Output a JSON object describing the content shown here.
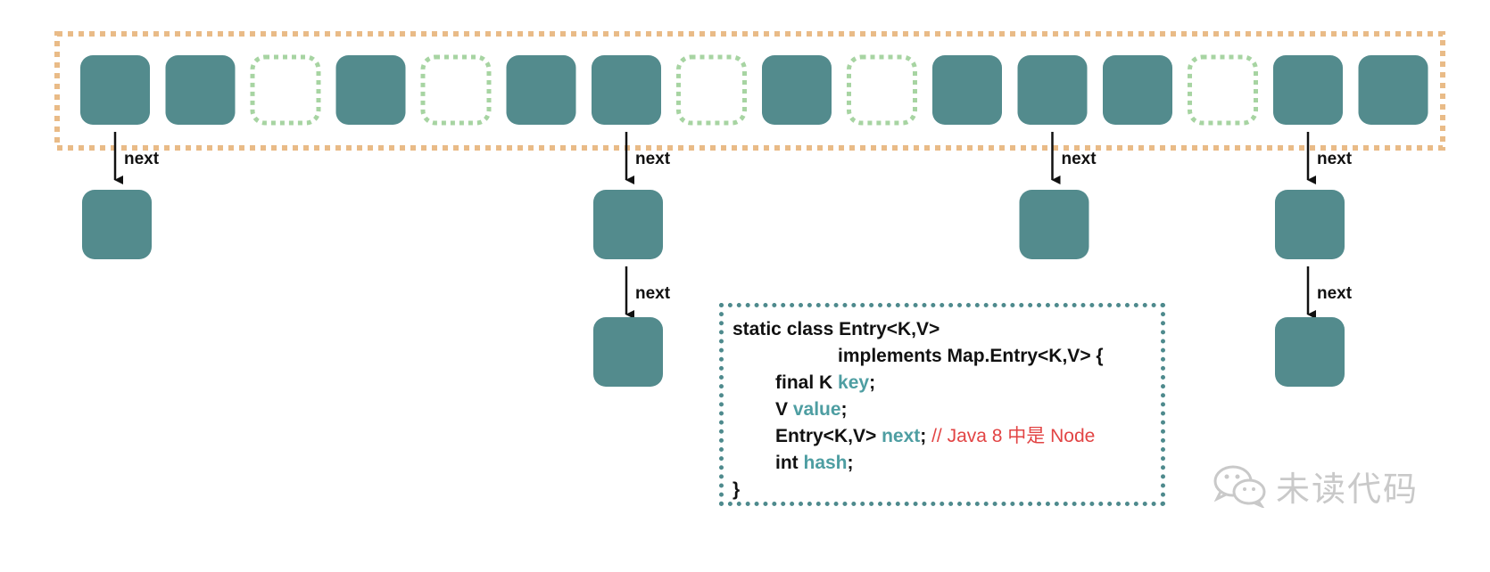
{
  "diagram": {
    "bucket_array": {
      "buckets": [
        {
          "filled": true,
          "chain_length": 1
        },
        {
          "filled": true,
          "chain_length": 0
        },
        {
          "filled": false,
          "chain_length": 0
        },
        {
          "filled": true,
          "chain_length": 0
        },
        {
          "filled": false,
          "chain_length": 0
        },
        {
          "filled": true,
          "chain_length": 0
        },
        {
          "filled": true,
          "chain_length": 2
        },
        {
          "filled": false,
          "chain_length": 0
        },
        {
          "filled": true,
          "chain_length": 0
        },
        {
          "filled": false,
          "chain_length": 0
        },
        {
          "filled": true,
          "chain_length": 0
        },
        {
          "filled": true,
          "chain_length": 1
        },
        {
          "filled": true,
          "chain_length": 0
        },
        {
          "filled": false,
          "chain_length": 0
        },
        {
          "filled": true,
          "chain_length": 2
        },
        {
          "filled": true,
          "chain_length": 0
        }
      ]
    },
    "arrow_label": "next",
    "colors": {
      "node": "#538b8d",
      "empty_border": "#a7d4a2",
      "array_border": "#e9bb87",
      "code_border": "#4e8a8d",
      "field_name": "#4e9ea2",
      "comment": "#e24444",
      "text": "#111111",
      "watermark": "#c9c9c9"
    }
  },
  "code": {
    "line1": "static class Entry<K,V>",
    "line2": "implements Map.Entry<K,V> {",
    "line3_type": "final K ",
    "line3_field": "key",
    "line3_end": ";",
    "line4_type": "V ",
    "line4_field": "value",
    "line4_end": ";",
    "line5_type": "Entry<K,V> ",
    "line5_field": "next",
    "line5_end": "; ",
    "line5_comment": "// Java 8 中是 Node",
    "line6_type": "int ",
    "line6_field": "hash",
    "line6_end": ";",
    "line7": "}"
  },
  "watermark": {
    "text": "未读代码",
    "icon": "wechat-icon"
  }
}
